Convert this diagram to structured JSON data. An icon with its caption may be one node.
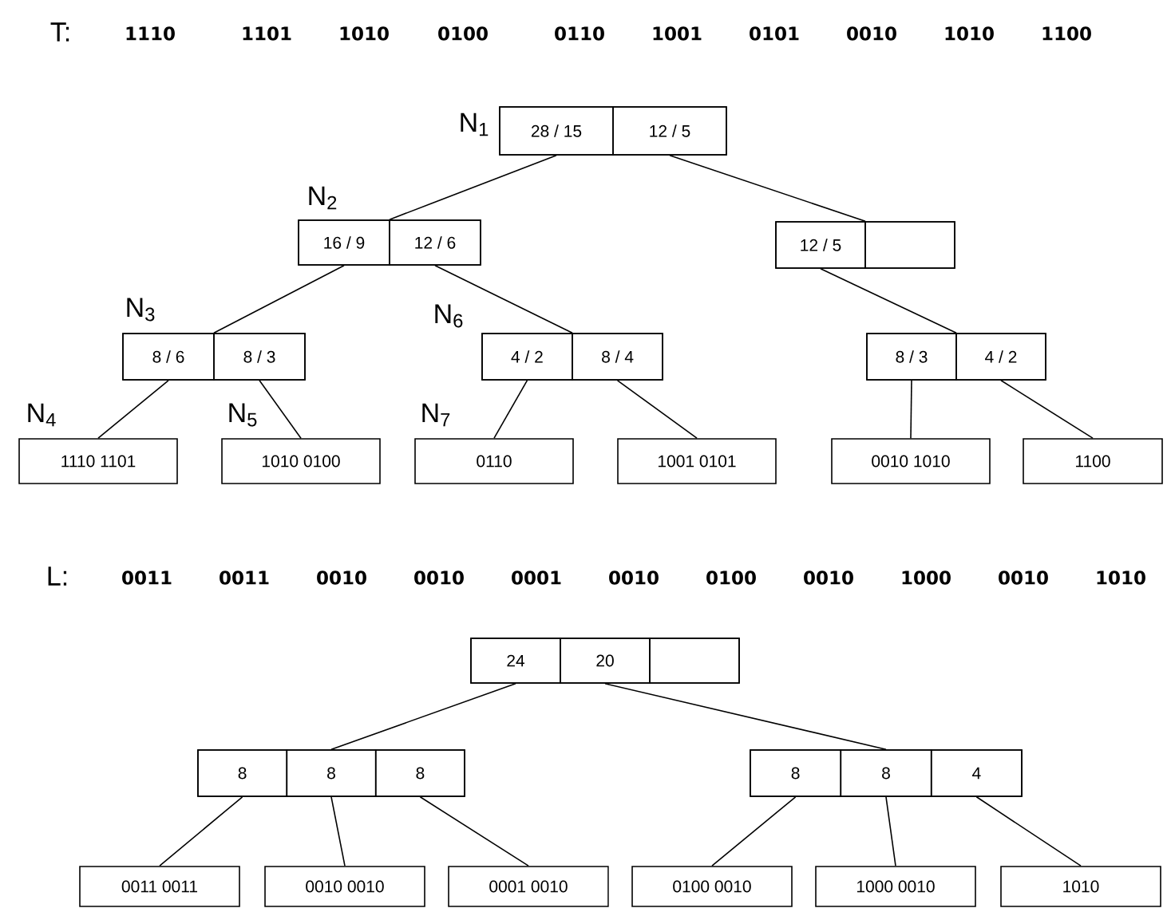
{
  "diagram": {
    "nodes": [
      {
        "text": [],
        "shape": "box",
        "beside": [
          "N$_{1}$"
        ]
      },
      {
        "text": [
          "28 / 15"
        ],
        "in": 0
      },
      {
        "text": [
          "12 / 5"
        ],
        "in": 0
      },
      {
        "text": [],
        "shape": "box",
        "beside": [
          "N$_{2}$"
        ]
      },
      {
        "text": [
          "16 / 9"
        ],
        "in": 3
      },
      {
        "text": [
          "12 / 6"
        ],
        "in": 3
      },
      {
        "text": [],
        "shape": "box"
      },
      {
        "text": [
          "12 / 5"
        ],
        "in": 6
      },
      {
        "text": [],
        "shape": "box",
        "in": 6
      },
      {
        "text": [],
        "shape": "box",
        "beside": [
          "N$_{3}$"
        ]
      },
      {
        "text": [
          "8 / 6"
        ],
        "in": 9
      },
      {
        "text": [
          "8 / 3"
        ],
        "in": 9
      },
      {
        "text": [],
        "shape": "box",
        "beside": [
          "N$_{6}$"
        ]
      },
      {
        "text": [
          "4 / 2"
        ],
        "in": 12
      },
      {
        "text": [
          "8 / 4"
        ],
        "in": 12
      },
      {
        "text": [],
        "shape": "box"
      },
      {
        "text": [
          "8 / 3"
        ],
        "in": 15
      },
      {
        "text": [
          "4 / 2"
        ],
        "in": 15
      },
      {
        "text": [
          "1110 1101"
        ],
        "beside": [
          "N$_{4}$"
        ]
      },
      {
        "text": [
          "1010 0100"
        ],
        "beside": [
          "N$_{5}$"
        ]
      },
      {
        "text": [
          "0110"
        ],
        "beside": [
          "N$_{7}$"
        ]
      },
      {
        "text": [
          "1001 0101"
        ]
      },
      {
        "text": [
          "0010 1010"
        ]
      },
      {
        "text": [
          "1100"
        ]
      },
      {
        "text": [],
        "shape": "box"
      },
      {
        "text": [
          "24"
        ],
        "in": 24
      },
      {
        "text": [
          "20"
        ],
        "in": 24
      },
      {
        "text": [],
        "shape": "box",
        "in": 24
      },
      {
        "text": [],
        "shape": "box"
      },
      {
        "text": [
          "8"
        ],
        "in": 28
      },
      {
        "text": [
          "8"
        ],
        "in": 28
      },
      {
        "text": [
          "8"
        ],
        "in": 28
      },
      {
        "text": [],
        "shape": "box"
      },
      {
        "text": [
          "8"
        ],
        "in": 32
      },
      {
        "text": [
          "8"
        ],
        "in": 32
      },
      {
        "text": [
          "4"
        ],
        "in": 32
      },
      {
        "text": [
          "0011 0011"
        ]
      },
      {
        "text": [
          "0010 0010"
        ]
      },
      {
        "text": [
          "0001 0010"
        ]
      },
      {
        "text": [
          "0100 0010"
        ]
      },
      {
        "text": [
          "1000 0010"
        ]
      },
      {
        "text": [
          "1010"
        ]
      }
    ],
    "edges": [
      {
        "from": 1,
        "to": 3,
        "arrow": "none"
      },
      {
        "from": 2,
        "to": 6,
        "arrow": "none"
      },
      {
        "from": 4,
        "to": 9,
        "arrow": "none"
      },
      {
        "from": 5,
        "to": 12,
        "arrow": "none"
      },
      {
        "from": 7,
        "to": 15,
        "arrow": "none"
      },
      {
        "from": 10,
        "to": 18,
        "arrow": "none"
      },
      {
        "from": 11,
        "to": 19,
        "arrow": "none"
      },
      {
        "from": 13,
        "to": 20,
        "arrow": "none"
      },
      {
        "from": 14,
        "to": 21,
        "arrow": "none"
      },
      {
        "from": 16,
        "to": 22,
        "arrow": "none"
      },
      {
        "from": 17,
        "to": 23,
        "arrow": "none"
      },
      {
        "from": 25,
        "to": 28,
        "arrow": "none"
      },
      {
        "from": 26,
        "to": 32,
        "arrow": "none"
      },
      {
        "from": 29,
        "to": 36,
        "arrow": "none"
      },
      {
        "from": 30,
        "to": 37,
        "arrow": "none"
      },
      {
        "from": 31,
        "to": 38,
        "arrow": "none"
      },
      {
        "from": 33,
        "to": 39,
        "arrow": "none"
      },
      {
        "from": 34,
        "to": 40,
        "arrow": "none"
      },
      {
        "from": 35,
        "to": 41,
        "arrow": "none"
      }
    ],
    "labels": [
      "T:",
      "1110",
      "1101",
      "1010",
      "0100",
      "0110",
      "1001",
      "0101",
      "0010",
      "1010",
      "1100",
      "L:",
      "0011",
      "0011",
      "0010",
      "0010",
      "0001",
      "0010",
      "0100",
      "0010",
      "1000",
      "0010",
      "1010"
    ]
  }
}
